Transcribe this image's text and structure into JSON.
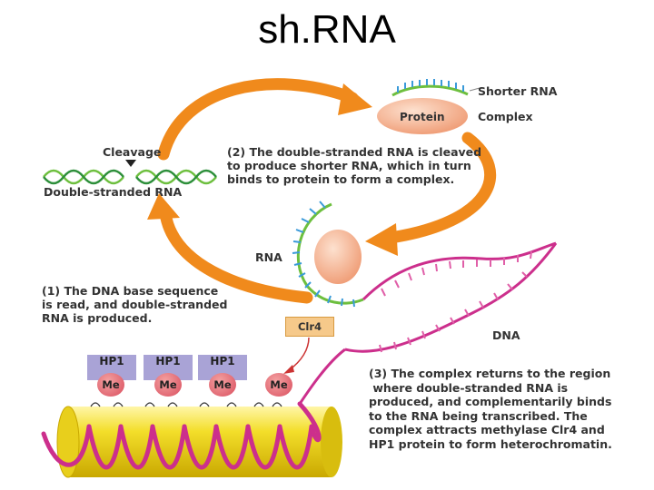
{
  "title": "sh.RNA",
  "labels": {
    "shorter_rna": "Shorter RNA",
    "complex": "Complex",
    "protein": "Protein",
    "cleavage": "Cleavage",
    "double_stranded_rna": "Double-stranded RNA",
    "rna": "RNA",
    "dna": "DNA",
    "clr4": "Clr4"
  },
  "steps": {
    "step2": "(2) The double-stranded RNA is cleaved\nto produce shorter RNA, which in turn\nbinds to protein to form a complex.",
    "step1": "(1) The DNA base sequence\nis read, and double-stranded\nRNA is produced.",
    "step3": "(3) The complex returns to the region\n where double-stranded RNA is\nproduced, and complementarily binds\nto the RNA being transcribed. The\ncomplex attracts methylase Clr4 and\nHP1 protein to form heterochromatin."
  },
  "hp1_boxes": [
    "HP1",
    "HP1",
    "HP1"
  ],
  "me_markers": [
    "Me",
    "Me",
    "Me",
    "Me"
  ],
  "colors": {
    "arrow": "#f08a1c",
    "protein": "#f3a07a",
    "rna_strand": "#6dbf3e",
    "rna_bases": "#3a9ad9",
    "dna_strand": "#cc2f8c",
    "chromatin": "#f3de2a",
    "hp1_box": "#a9a3d6",
    "me": "#d94c5c",
    "clr4_box": "#f6c98a"
  }
}
